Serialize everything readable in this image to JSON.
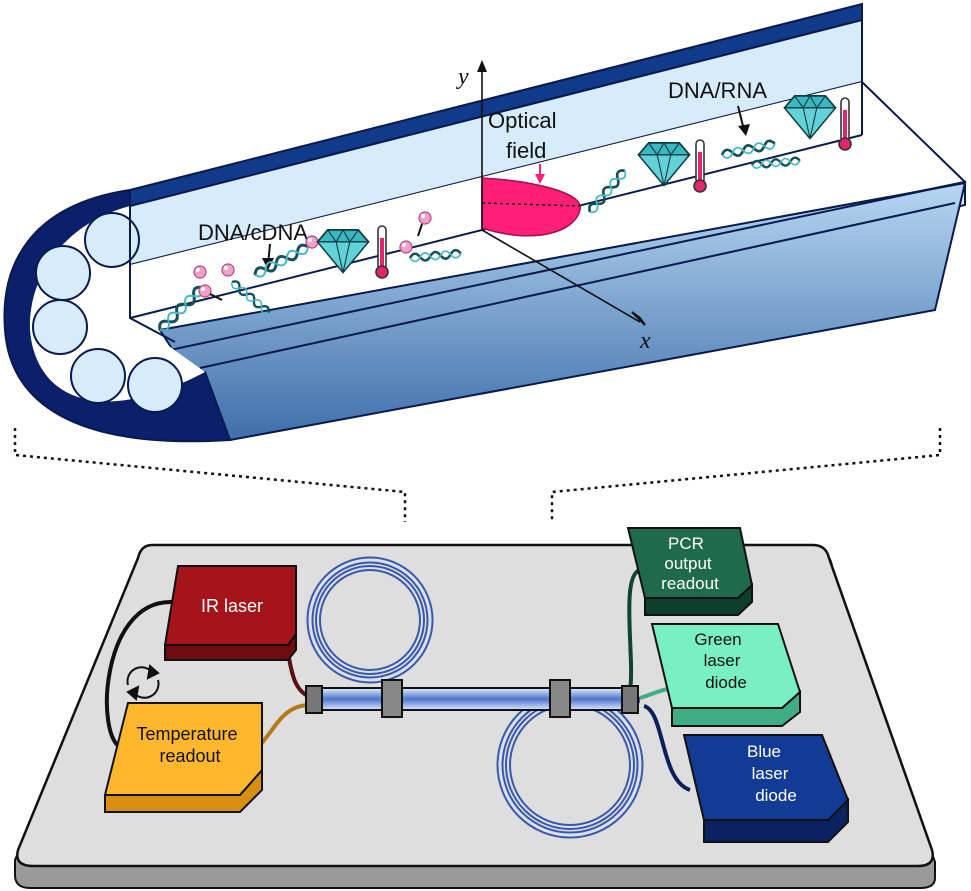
{
  "labels": {
    "dna_cdna": "DNA/cDNA",
    "dna_rna": "DNA/RNA",
    "optical_field_line1": "Optical",
    "optical_field_line2": "field",
    "axis_x": "x",
    "axis_y": "y"
  },
  "devices": {
    "ir_laser": {
      "label": "IR laser",
      "color": "#a5141a"
    },
    "temperature_readout": {
      "line1": "Temperature",
      "line2": "readout",
      "color": "#ffb82e"
    },
    "pcr_output_readout": {
      "line1": "PCR",
      "line2": "output",
      "line3": "readout",
      "color": "#1e6a4a"
    },
    "green_laser_diode": {
      "line1": "Green",
      "line2": "laser",
      "line3": "diode",
      "color": "#78f0c4"
    },
    "blue_laser_diode": {
      "line1": "Blue",
      "line2": "laser",
      "line3": "diode",
      "color": "#133a94"
    }
  },
  "colors": {
    "fiber_outer": "#0b1f6b",
    "fiber_core": "#d6ecfb",
    "optical_field": "#ff1f76",
    "molecule_strand": "#2a7f8a",
    "diamond": "#3ab8c0",
    "board": "#dedede"
  }
}
